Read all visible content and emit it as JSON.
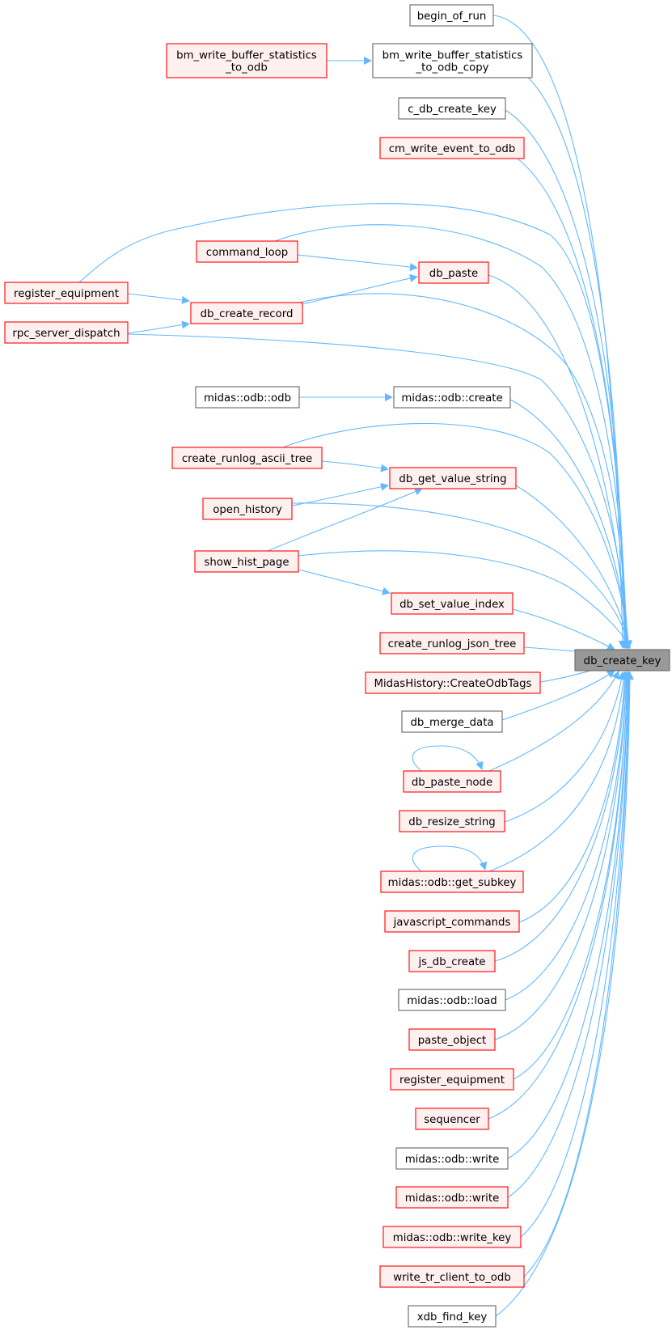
{
  "graph": {
    "target": {
      "id": "db_create_key",
      "label": "db_create_key",
      "style": "target"
    },
    "nodes": [
      {
        "id": "begin_of_run",
        "lines": [
          "begin_of_run"
        ],
        "style": "normal"
      },
      {
        "id": "bm_write_buffer_statistics_to_odb_copy",
        "lines": [
          "bm_write_buffer_statistics",
          "_to_odb_copy"
        ],
        "style": "normal"
      },
      {
        "id": "bm_write_buffer_statistics_to_odb",
        "lines": [
          "bm_write_buffer_statistics",
          "_to_odb"
        ],
        "style": "red"
      },
      {
        "id": "c_db_create_key",
        "lines": [
          "c_db_create_key"
        ],
        "style": "normal"
      },
      {
        "id": "cm_write_event_to_odb",
        "lines": [
          "cm_write_event_to_odb"
        ],
        "style": "red"
      },
      {
        "id": "command_loop",
        "lines": [
          "command_loop"
        ],
        "style": "red"
      },
      {
        "id": "db_paste",
        "lines": [
          "db_paste"
        ],
        "style": "red"
      },
      {
        "id": "register_equipment_l",
        "lines": [
          "register_equipment"
        ],
        "style": "red"
      },
      {
        "id": "db_create_record",
        "lines": [
          "db_create_record"
        ],
        "style": "red"
      },
      {
        "id": "rpc_server_dispatch",
        "lines": [
          "rpc_server_dispatch"
        ],
        "style": "red"
      },
      {
        "id": "midas_odb_odb",
        "lines": [
          "midas::odb::odb"
        ],
        "style": "normal"
      },
      {
        "id": "midas_odb_create",
        "lines": [
          "midas::odb::create"
        ],
        "style": "normal"
      },
      {
        "id": "create_runlog_ascii_tree",
        "lines": [
          "create_runlog_ascii_tree"
        ],
        "style": "red"
      },
      {
        "id": "db_get_value_string",
        "lines": [
          "db_get_value_string"
        ],
        "style": "red"
      },
      {
        "id": "open_history",
        "lines": [
          "open_history"
        ],
        "style": "red"
      },
      {
        "id": "show_hist_page",
        "lines": [
          "show_hist_page"
        ],
        "style": "red"
      },
      {
        "id": "db_set_value_index",
        "lines": [
          "db_set_value_index"
        ],
        "style": "red"
      },
      {
        "id": "create_runlog_json_tree",
        "lines": [
          "create_runlog_json_tree"
        ],
        "style": "red"
      },
      {
        "id": "MidasHistory_CreateOdbTags",
        "lines": [
          "MidasHistory::CreateOdbTags"
        ],
        "style": "red"
      },
      {
        "id": "db_merge_data",
        "lines": [
          "db_merge_data"
        ],
        "style": "normal"
      },
      {
        "id": "db_paste_node",
        "lines": [
          "db_paste_node"
        ],
        "style": "red"
      },
      {
        "id": "db_resize_string",
        "lines": [
          "db_resize_string"
        ],
        "style": "red"
      },
      {
        "id": "midas_odb_get_subkey",
        "lines": [
          "midas::odb::get_subkey"
        ],
        "style": "red"
      },
      {
        "id": "javascript_commands",
        "lines": [
          "javascript_commands"
        ],
        "style": "red"
      },
      {
        "id": "js_db_create",
        "lines": [
          "js_db_create"
        ],
        "style": "red"
      },
      {
        "id": "midas_odb_load",
        "lines": [
          "midas::odb::load"
        ],
        "style": "normal"
      },
      {
        "id": "paste_object",
        "lines": [
          "paste_object"
        ],
        "style": "red"
      },
      {
        "id": "register_equipment_r",
        "lines": [
          "register_equipment"
        ],
        "style": "red"
      },
      {
        "id": "sequencer",
        "lines": [
          "sequencer"
        ],
        "style": "red"
      },
      {
        "id": "midas_odb_write_1",
        "lines": [
          "midas::odb::write"
        ],
        "style": "normal"
      },
      {
        "id": "midas_odb_write_2",
        "lines": [
          "midas::odb::write"
        ],
        "style": "red"
      },
      {
        "id": "midas_odb_write_key",
        "lines": [
          "midas::odb::write_key"
        ],
        "style": "red"
      },
      {
        "id": "write_tr_client_to_odb",
        "lines": [
          "write_tr_client_to_odb"
        ],
        "style": "red"
      },
      {
        "id": "xdb_find_key",
        "lines": [
          "xdb_find_key"
        ],
        "style": "normal"
      }
    ],
    "colors": {
      "edge": "#63b8ff",
      "normal_border": "#666666",
      "normal_fill": "#ffffff",
      "red_border": "#ff0000",
      "red_fill": "#fff0f0",
      "target_border": "#666666",
      "target_fill": "#999999"
    }
  }
}
